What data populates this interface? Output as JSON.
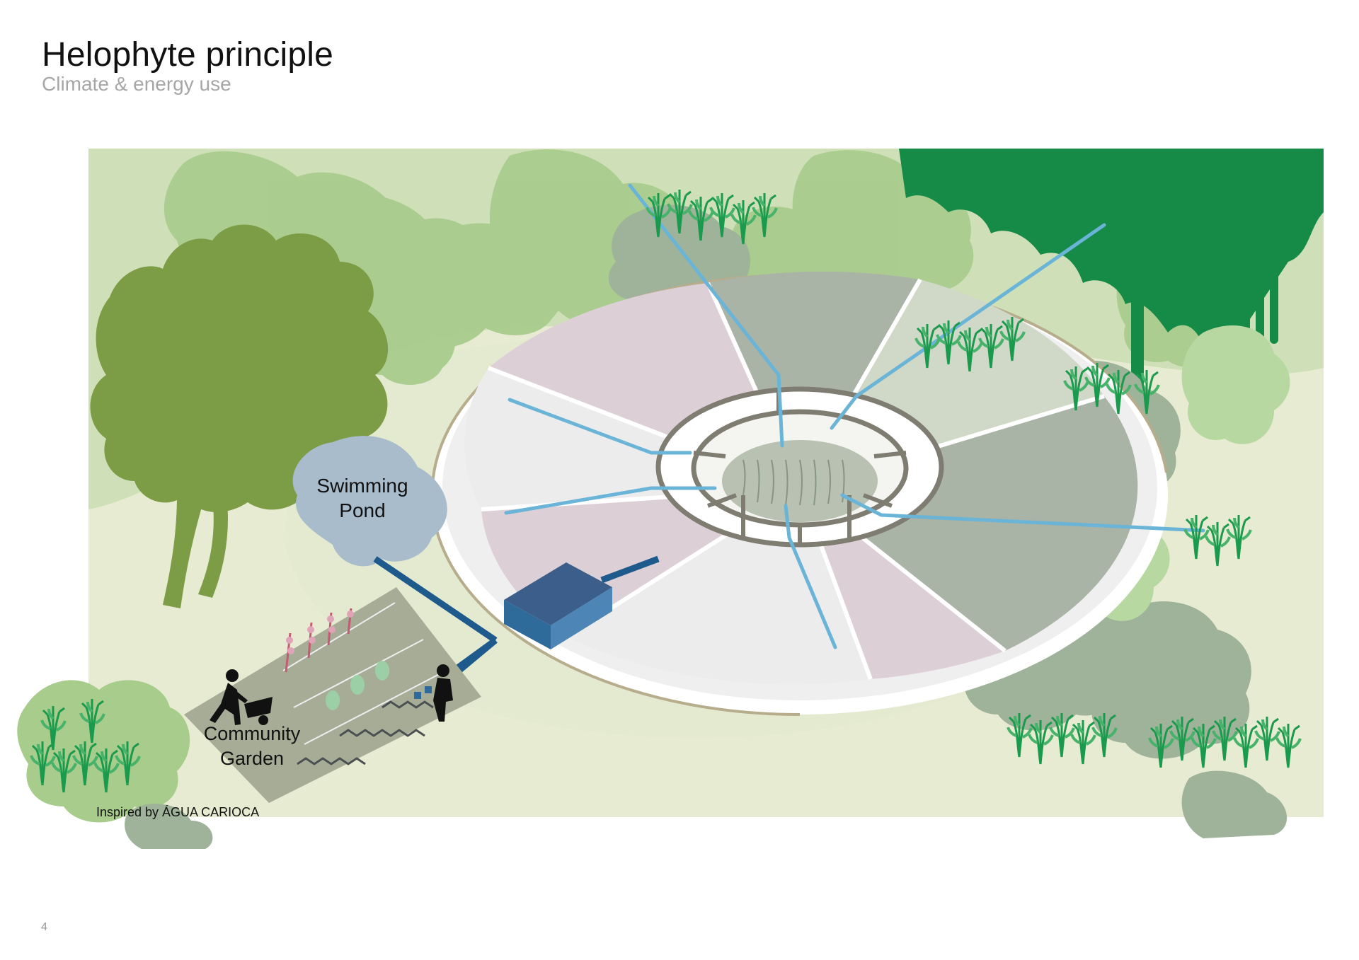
{
  "header": {
    "title": "Helophyte principle",
    "subtitle": "Climate & energy use"
  },
  "diagram": {
    "labels": {
      "pond_line1": "Swimming",
      "pond_line2": "Pond",
      "garden_line1": "Community",
      "garden_line2": "Garden",
      "credit": "Inspired by ÁGUA CARIOCA"
    },
    "colors": {
      "background_green": "#e6ebd1",
      "tree_olive": "#7c9c45",
      "foliage_light": "#a8cc8c",
      "foliage_dark": "#168a47",
      "pond_blue": "#a8bccb",
      "pipe_dark_blue": "#1f5a8c",
      "pipe_light_blue": "#6ab4d8",
      "tank_blue": "#2e6a9a",
      "ring_grey": "#7f7d72",
      "wedge_white": "#ececec",
      "wedge_pink": "#ddcfd6",
      "wedge_sage": "#a9b3a6"
    },
    "icons": [
      "tree-icon",
      "reed-plant-icon",
      "gardener-silhouette-icon",
      "wheelbarrow-icon"
    ]
  },
  "footer": {
    "page_number": "4"
  }
}
